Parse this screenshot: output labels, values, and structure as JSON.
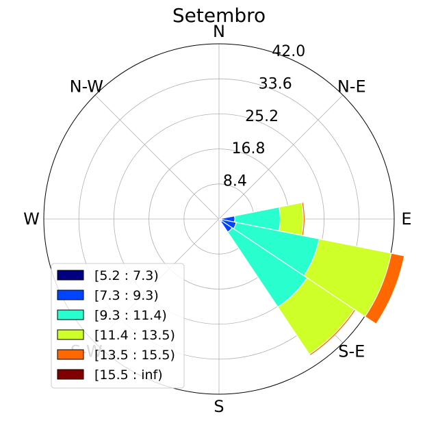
{
  "chart_data": {
    "type": "windrose",
    "title": "Setembro",
    "directions": [
      "N",
      "N-E",
      "E",
      "S-E",
      "S",
      "S-W",
      "W",
      "N-W"
    ],
    "direction_angles_deg": [
      0,
      45,
      90,
      135,
      180,
      225,
      270,
      315
    ],
    "rmax": 42.0,
    "r_ticks": [
      8.4,
      16.8,
      25.2,
      33.6,
      42.0
    ],
    "r_tick_labels": [
      "8.4",
      "16.8",
      "25.2",
      "33.6",
      "42.0"
    ],
    "grid": true,
    "legend_position": "lower-left",
    "sector_width_deg": 22.5,
    "bins": [
      {
        "label": "[5.2 : 7.3)",
        "color": "#000080"
      },
      {
        "label": "[7.3 : 9.3)",
        "color": "#0044ff"
      },
      {
        "label": "[9.3 : 11.4)",
        "color": "#29ffce"
      },
      {
        "label": "[11.4 : 13.5)",
        "color": "#ceff29"
      },
      {
        "label": "[13.5 : 15.5)",
        "color": "#ff6800"
      },
      {
        "label": "[15.5 : inf)",
        "color": "#800000"
      }
    ],
    "sectors": [
      {
        "direction_deg": 90.0,
        "values": [
          0.5,
          3.3,
          10.9,
          5.5,
          0.4,
          0.0
        ]
      },
      {
        "direction_deg": 112.5,
        "values": [
          0.7,
          3.5,
          20.3,
          17.6,
          3.2,
          0.0
        ]
      },
      {
        "direction_deg": 135.0,
        "values": [
          0.8,
          3.0,
          21.6,
          13.6,
          0.4,
          0.0
        ]
      }
    ]
  }
}
